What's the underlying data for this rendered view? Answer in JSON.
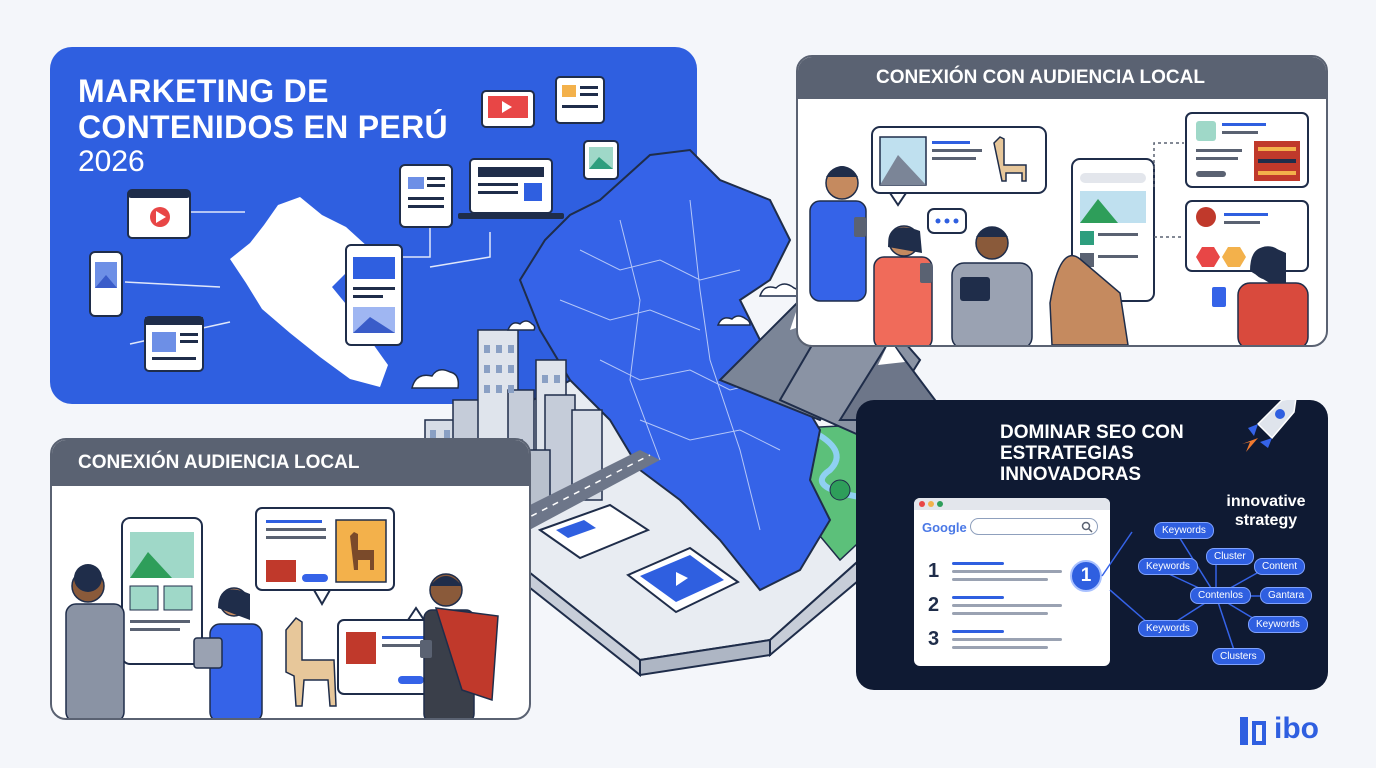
{
  "hero": {
    "title_line1": "MARKETING DE",
    "title_line2": "CONTENIDOS EN PERÚ",
    "year": "2026"
  },
  "panel_top_right": {
    "header": "CONEXIÓN CON AUDIENCIA LOCAL"
  },
  "panel_bottom_left": {
    "header": "CONEXIÓN AUDIENCIA LOCAL"
  },
  "seo": {
    "title_line1": "DOMINAR SEO CON",
    "title_line2": "ESTRATEGIAS",
    "title_line3": "INNOVADORAS",
    "innovative_line1": "innovative",
    "innovative_line2": "strategy",
    "search_brand": "Google",
    "ranks": [
      "1",
      "2",
      "3"
    ],
    "highlight_rank": "1",
    "keyword_chips": [
      "Keywords",
      "Cluster",
      "Content",
      "Keywords",
      "Contenlos",
      "Gantara",
      "Keywords",
      "Keywords",
      "Clusters"
    ]
  },
  "logo": {
    "text": "ibo"
  },
  "colors": {
    "brand_blue": "#2f5fe0",
    "dark_navy": "#0f1a33",
    "header_gray": "#5a6272",
    "background": "#f4f6fa"
  },
  "icons": [
    "play-icon",
    "image-icon",
    "document-icon",
    "laptop-icon",
    "tablet-icon",
    "phone-icon",
    "rocket-icon",
    "search-icon",
    "llama-icon",
    "mountain-icon",
    "cloud-icon",
    "chat-icon"
  ]
}
